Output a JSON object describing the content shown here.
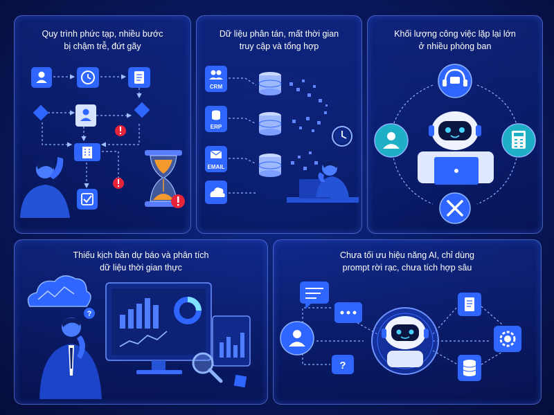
{
  "panels": [
    {
      "title_line1": "Quy trình phức tạp, nhiều bước",
      "title_line2": "bị chậm trễ, đứt gãy"
    },
    {
      "title_line1": "Dữ liệu phân tán, mất thời gian",
      "title_line2": "truy cập và tổng hợp",
      "sources": [
        "CRM",
        "ERP",
        "EMAIL"
      ]
    },
    {
      "title_line1": "Khối lượng công việc lặp lại lớn",
      "title_line2": "ở nhiều phòng ban"
    },
    {
      "title_line1": "Thiếu kịch bản dự báo và phân tích",
      "title_line2": "dữ liệu thời gian thực"
    },
    {
      "title_line1": "Chưa tối ưu hiệu năng AI, chỉ dùng",
      "title_line2": "prompt rời rạc, chưa tích hợp sâu"
    }
  ],
  "colors": {
    "accent": "#2f66ff",
    "panel_border": "#7896ff",
    "alert": "#e8243b",
    "teal": "#1fb0c8",
    "orange": "#f29a2e"
  },
  "icons": [
    "user-icon",
    "clock-icon",
    "document-icon",
    "building-icon",
    "checkbox-icon",
    "hourglass-icon",
    "alert-icon",
    "users-icon",
    "database-icon",
    "email-icon",
    "cloud-icon",
    "headset-icon",
    "robot-icon",
    "calculator-icon",
    "tools-icon",
    "chart-icon",
    "magnifier-icon",
    "chat-icon",
    "gear-icon",
    "question-icon"
  ]
}
